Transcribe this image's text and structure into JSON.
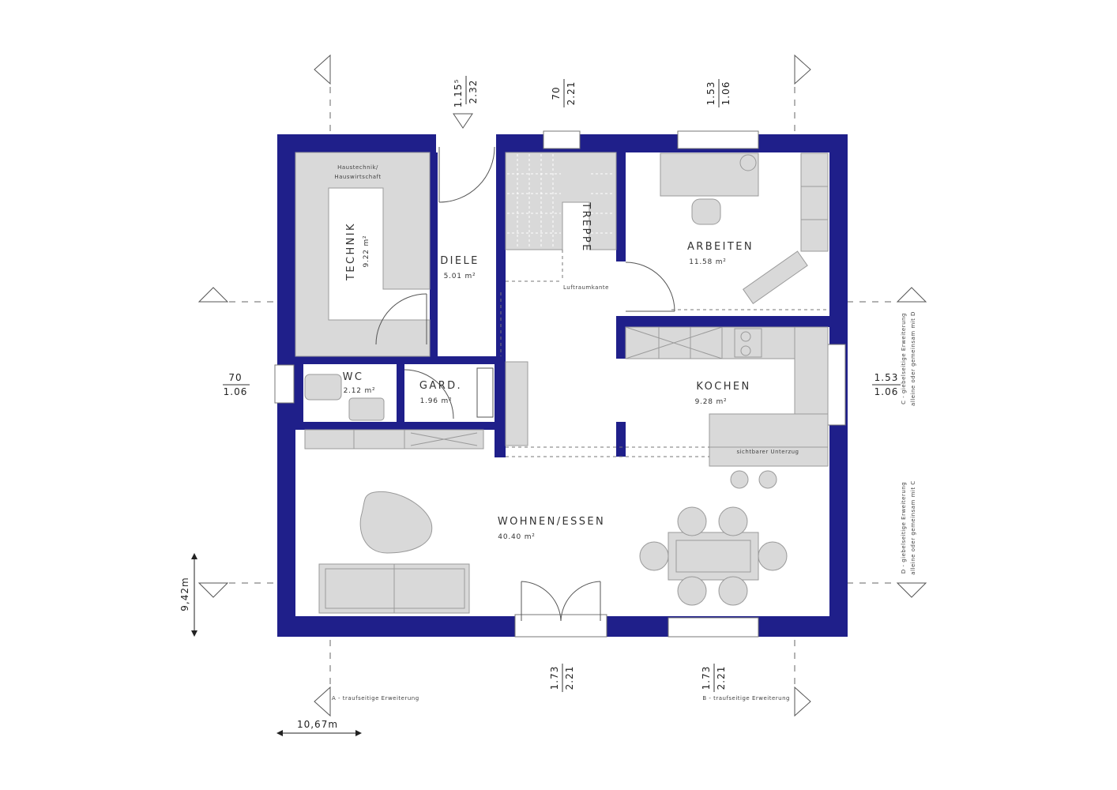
{
  "colors": {
    "wall": "#1f1f8a",
    "furniture": "#d9d9d9",
    "furniture_stroke": "#9a9a9a",
    "line": "#555555"
  },
  "rooms": {
    "technik": {
      "name": "TECHNIK",
      "area": "9.22 m²",
      "note_line1": "Haustechnik/",
      "note_line2": "Hauswirtschaft"
    },
    "diele": {
      "name": "DIELE",
      "area": "5.01 m²"
    },
    "treppe": {
      "name": "TREPPE",
      "note": "Luftraumkante"
    },
    "arbeiten": {
      "name": "ARBEITEN",
      "area": "11.58 m²"
    },
    "wc": {
      "name": "WC",
      "area": "2.12 m²"
    },
    "gard": {
      "name": "GARD.",
      "area": "1.96 m²"
    },
    "kochen": {
      "name": "KOCHEN",
      "area": "9.28 m²",
      "note": "sichtbarer Unterzug"
    },
    "wohnen": {
      "name": "WOHNEN/ESSEN",
      "area": "40.40 m²"
    }
  },
  "dimensions": {
    "top_1": {
      "top": "1.15⁵",
      "bottom": "2.32"
    },
    "top_2": {
      "top": "70",
      "bottom": "2.21"
    },
    "top_3": {
      "top": "1.53",
      "bottom": "1.06"
    },
    "left": {
      "top": "70",
      "bottom": "1.06"
    },
    "right": {
      "top": "1.53",
      "bottom": "1.06"
    },
    "bottom_1": {
      "top": "1.73",
      "bottom": "2.21"
    },
    "bottom_2": {
      "top": "1.73",
      "bottom": "2.21"
    },
    "depth": "9,42m",
    "width": "10,67m"
  },
  "extensions": {
    "a": "A - traufseitige Erweiterung",
    "b": "B - traufseitige Erweiterung",
    "c_line1": "C - giebelseitige Erweiterung",
    "c_line2": "alleine oder gemeinsam mit D",
    "d_line1": "D - giebelseitige Erweiterung",
    "d_line2": "alleine oder gemeinsam mit C"
  }
}
